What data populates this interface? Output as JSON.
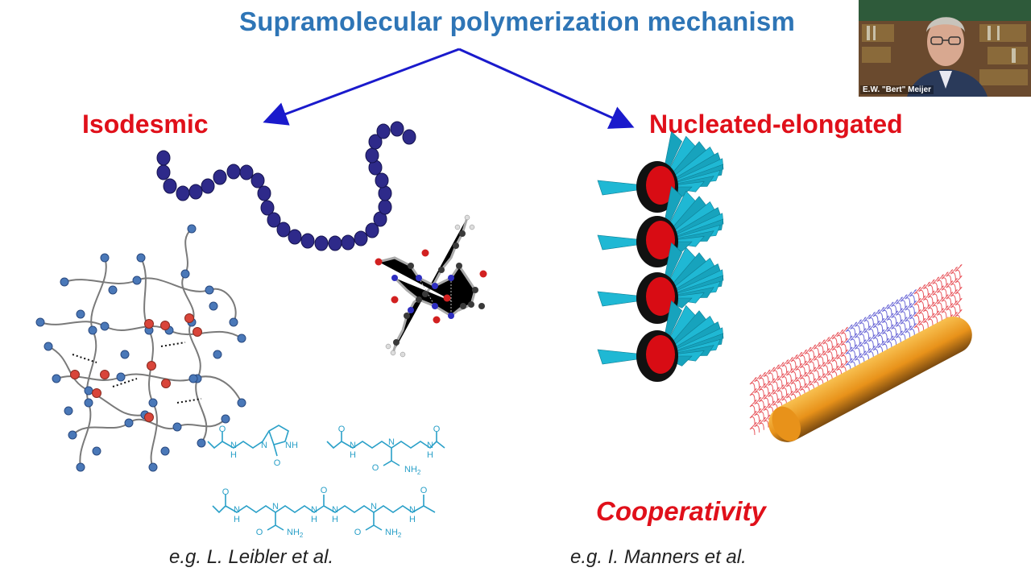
{
  "slide": {
    "title": "Supramolecular polymerization mechanism",
    "left_branch": "Isodesmic",
    "right_branch": "Nucleated-elongated",
    "right_keyword": "Cooperativity",
    "left_reference": "e.g. L. Leibler et al.",
    "right_reference": "e.g. I. Manners et al."
  },
  "chem_labels": {
    "nh": "NH",
    "n": "N",
    "h": "H",
    "o": "O",
    "nh2": "NH",
    "sub2": "2"
  },
  "video": {
    "participant_name": "E.W. \"Bert\" Meijer"
  },
  "colors": {
    "title": "#2e75b6",
    "branch": "#e0101a",
    "arrow": "#1a1acc",
    "chain_bead": "#2e2a8a",
    "network_bead": "#4a78b8",
    "network_crosslink": "#d9453a",
    "chem_structure": "#2aa0c8",
    "stack_cyan": "#1fb8d4",
    "stack_core": "#d80c14",
    "fiber_core": "#f0a020"
  }
}
